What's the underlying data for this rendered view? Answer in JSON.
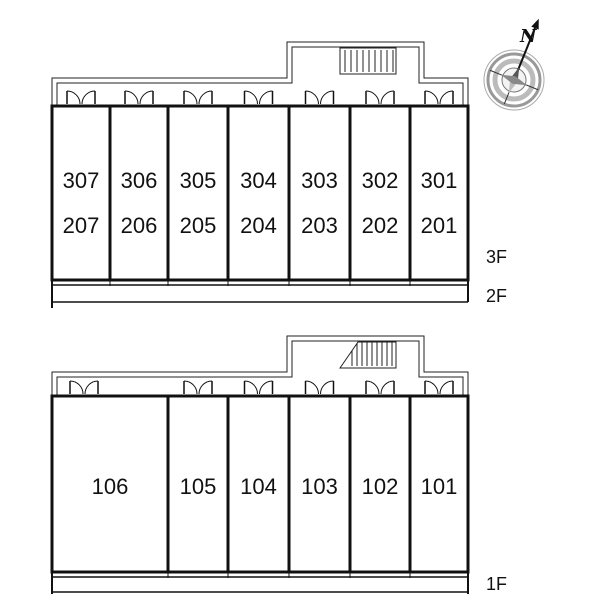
{
  "floor_labels": {
    "upper_3f": "3F",
    "upper_2f": "2F",
    "ground": "1F"
  },
  "upper": {
    "rooms_top": [
      "307",
      "306",
      "305",
      "304",
      "303",
      "302",
      "301"
    ],
    "rooms_bottom": [
      "207",
      "206",
      "205",
      "204",
      "203",
      "202",
      "201"
    ]
  },
  "ground": {
    "rooms": [
      "106",
      "105",
      "104",
      "103",
      "102",
      "101"
    ]
  },
  "compass": {
    "north": "N"
  }
}
